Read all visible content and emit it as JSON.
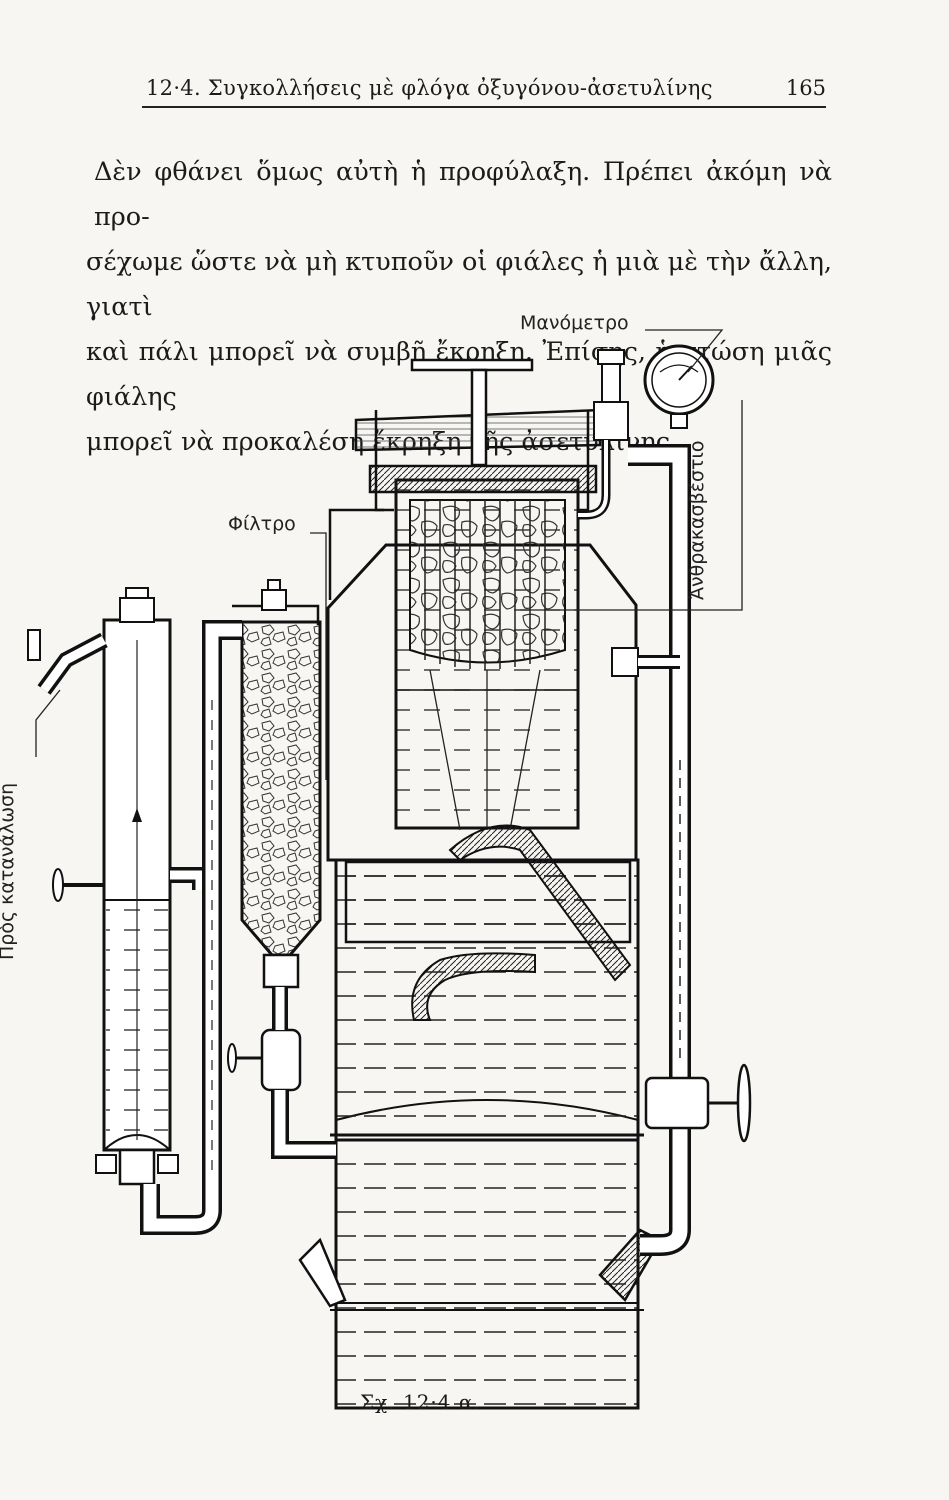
{
  "header": {
    "title": "12·4. Συγκολλήσεις μὲ φλόγα ὀξυγόνου-ἀσετυλίνης",
    "page_number": "165"
  },
  "body": {
    "lines": [
      "Δὲν φθάνει ὅμως αὐτὴ ἡ προφύλαξη. Πρέπει ἀκόμη νὰ προ-",
      "σέχωμε ὥστε νὰ μὴ κτυποῦν οἱ φιάλες ἡ μιὰ μὲ τὴν ἄλλη, γιατὶ",
      "καὶ πάλι μπορεῖ νὰ συμβῆ ἔκρηξη. Ἐπίσης, ἡ πτώση μιᾶς φιάλης",
      "μπορεῖ νὰ προκαλέση ἔκρηξη τῆς ἀσετυλίνης."
    ]
  },
  "figure": {
    "labels": {
      "manometer": "Μανόμετρο",
      "filter": "Φίλτρο",
      "carbide": "Ἀνθρακασβέστιο",
      "to_consumer": "Πρὸς κατανάλωση"
    },
    "caption": "Σχ. 12·4 α."
  }
}
